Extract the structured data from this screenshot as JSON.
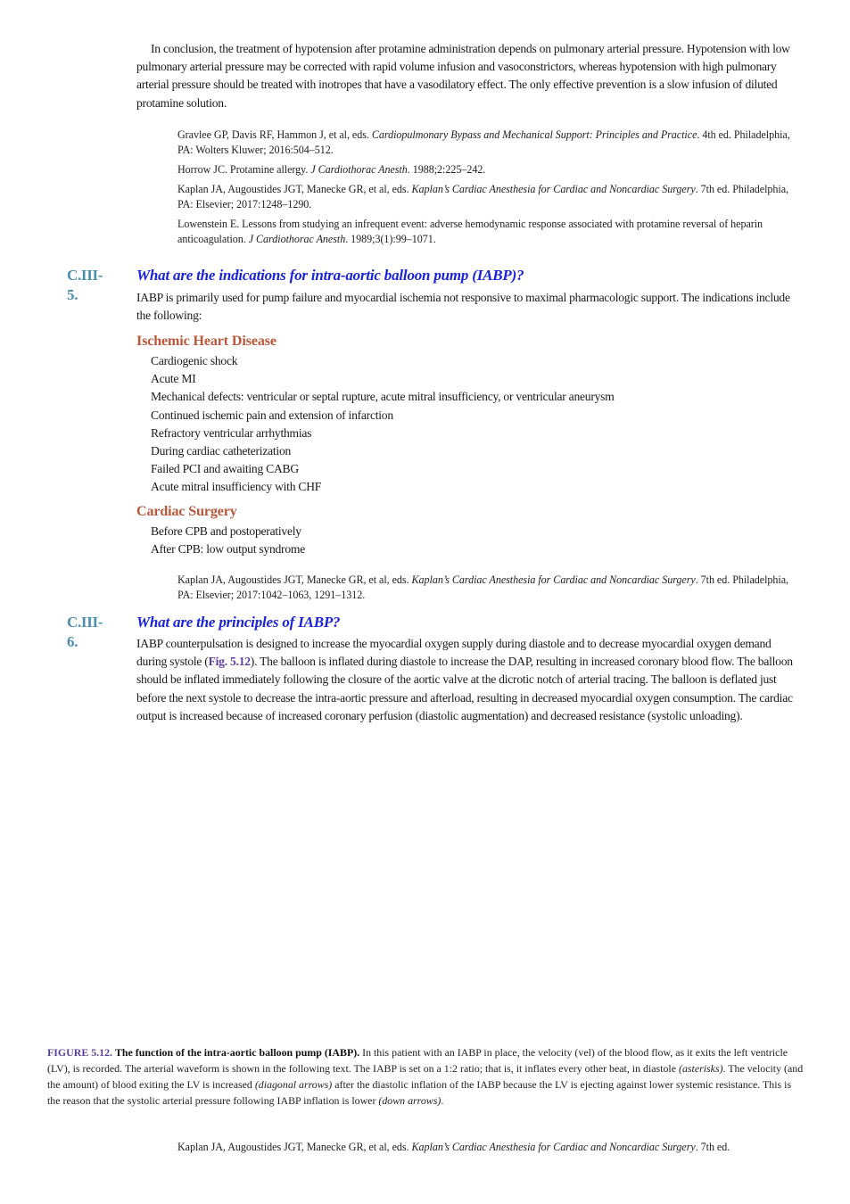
{
  "intro": {
    "lead": "In conclusion, the treatment of hypotension after protamine administration depends on pulmonary arterial pressure. Hypotension with low pulmonary arterial pressure may be corrected with rapid volume infusion and vasoconstrictors, whereas hypotension with high pulmonary arterial pressure should be treated with inotropes that have a vasodilatory effect. The only effective prevention is a slow infusion of diluted protamine solution."
  },
  "refs1": [
    {
      "pre": "Gravlee GP, Davis RF, Hammon J, et al, eds. ",
      "journal": "Cardiopulmonary Bypass and Mechanical Support: Principles and Practice",
      "post": ". 4th ed. Philadelphia, PA: Wolters Kluwer; 2016:504–512."
    },
    {
      "pre": "Horrow JC. Protamine allergy. ",
      "journal": "J Cardiothorac Anesth",
      "post": ". 1988;2:225–242."
    },
    {
      "pre": "Kaplan JA, Augoustides JGT, Manecke GR, et al, eds. ",
      "journal": "Kaplan’s Cardiac Anesthesia for Cardiac and Noncardiac Surgery",
      "post": ". 7th ed. Philadelphia, PA: Elsevier; 2017:1248–1290."
    },
    {
      "pre": "Lowenstein E. Lessons from studying an infrequent event: adverse hemodynamic response associated with protamine reversal of heparin anticoagulation. ",
      "journal": "J Cardiothorac Anesth",
      "post": ". 1989;3(1):99–1071."
    }
  ],
  "q5": {
    "number": "C.III-5.",
    "question": "What are the indications for intra-aortic balloon pump (IABP)?",
    "intro": "IABP is primarily used for pump failure and myocardial ischemia not responsive to maximal pharmacologic support. The indications include the following:",
    "ischemic_heading": "Ischemic Heart Disease",
    "ischemic_items": [
      "Cardiogenic shock",
      "Acute MI",
      "Mechanical defects: ventricular or septal rupture, acute mitral insufficiency, or ventricular aneurysm",
      "Continued ischemic pain and extension of infarction",
      "Refractory ventricular arrhythmias",
      "During cardiac catheterization",
      "Failed PCI and awaiting CABG",
      "Acute mitral insufficiency with CHF"
    ],
    "surgery_heading": "Cardiac Surgery",
    "surgery_items": [
      "Before CPB and postoperatively",
      "After CPB: low output syndrome"
    ],
    "ref": {
      "pre": "Kaplan JA, Augoustides JGT, Manecke GR, et al, eds. ",
      "journal": "Kaplan’s Cardiac Anesthesia for Cardiac and Noncardiac Surgery",
      "post": ". 7th ed. Philadelphia, PA: Elsevier; 2017:1042–1063, 1291–1312."
    }
  },
  "q6": {
    "number": "C.III-6.",
    "question": "What are the principles of IABP?",
    "body_pre": "IABP counterpulsation is designed to increase the myocardial oxygen supply during diastole and to decrease myocardial oxygen demand during systole (",
    "fig_ref": "Fig. 5.12",
    "body_post": "). The balloon is inflated during diastole to increase the DAP, resulting in increased coronary blood flow. The balloon should be inflated immediately following the closure of the aortic valve at the dicrotic notch of arterial tracing. The balloon is deflated just before the next systole to decrease the intra-aortic pressure and afterload, resulting in decreased myocardial oxygen consumption. The cardiac output is increased because of increased coronary perfusion (diastolic augmentation) and decreased resistance (systolic unloading)."
  },
  "figure": {
    "label": "FIGURE 5.12.",
    "title": "The function of the intra-aortic balloon pump (IABP).",
    "t1": " In this patient with an IABP in place, the velocity (vel) of the blood flow, as it exits the left ventricle (LV), is recorded. The arterial waveform is shown in the following text. The IABP is set on a 1:2 ratio; that is, it inflates every other beat, in diastole ",
    "i1": "(asterisks)",
    "t2": ". The velocity (and the amount) of blood exiting the LV is increased ",
    "i2": "(diagonal arrows)",
    "t3": " after the diastolic inflation of the IABP because the LV is ejecting against lower systemic resistance. This is the reason that the systolic arterial pressure following IABP inflation is lower ",
    "i3": "(down arrows)",
    "t4": ".",
    "ref_pre": "Kaplan JA, Augoustides JGT, Manecke GR, et al, eds. ",
    "ref_journal": "Kaplan’s Cardiac Anesthesia for Cardiac and Noncardiac Surgery",
    "ref_post": ". 7th ed."
  }
}
